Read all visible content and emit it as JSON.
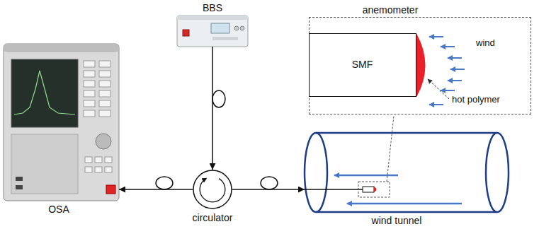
{
  "diagram": {
    "nodes": [
      {
        "text": [
          "BBS"
        ]
      },
      {
        "text": [
          "OSA"
        ]
      },
      {
        "text": [
          "circulator"
        ]
      },
      {
        "text": [
          "anemometer"
        ]
      },
      {
        "text": [
          "SMF"
        ],
        "in": 3
      },
      {
        "text": [
          "wind tunnel"
        ]
      }
    ],
    "edges": [
      {
        "from": 0,
        "to": 2,
        "arrow": "to"
      },
      {
        "from": 2,
        "to": 1,
        "arrow": "to"
      },
      {
        "from": 2,
        "to": 5,
        "arrow": "to"
      }
    ],
    "labels": [
      "wind",
      "hot polymer"
    ]
  }
}
